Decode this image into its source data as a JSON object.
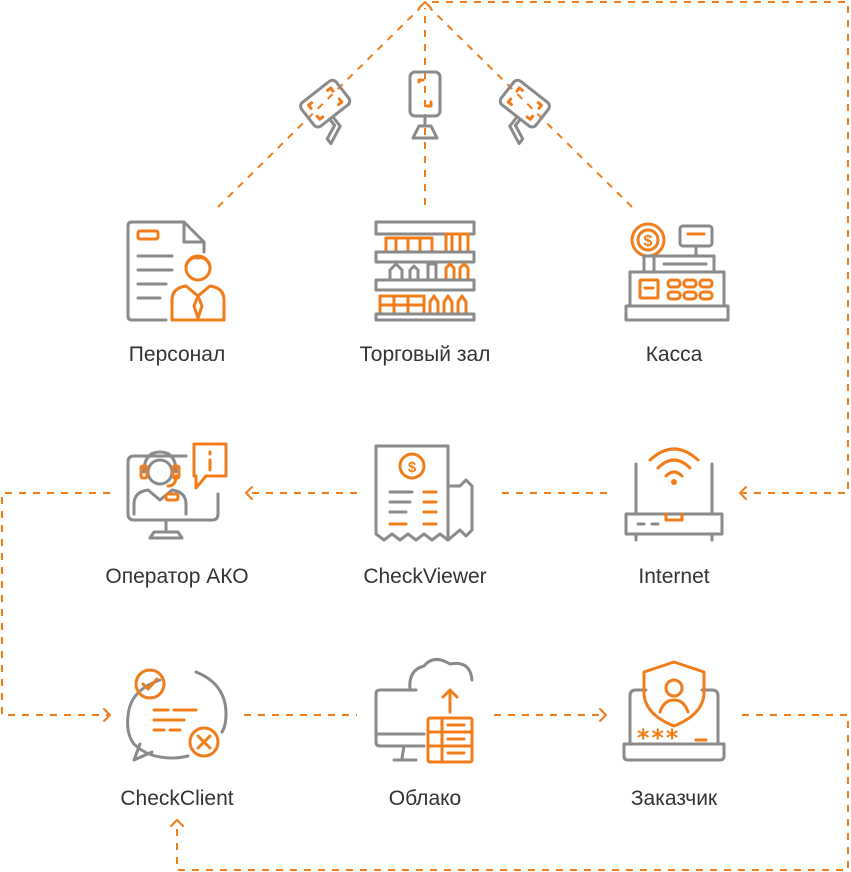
{
  "colors": {
    "accent": "#f07d1a",
    "icon_gray": "#8a8a8a",
    "text": "#333333"
  },
  "nodes": [
    {
      "id": "personnel",
      "label": "Персонал",
      "icon": "staff-document-icon"
    },
    {
      "id": "sales_floor",
      "label": "Торговый зал",
      "icon": "store-shelves-icon"
    },
    {
      "id": "cashier",
      "label": "Касса",
      "icon": "cash-register-icon"
    },
    {
      "id": "operator",
      "label": "Оператор АКО",
      "icon": "operator-monitor-icon"
    },
    {
      "id": "checkviewer",
      "label": "CheckViewer",
      "icon": "receipt-icon"
    },
    {
      "id": "internet",
      "label": "Internet",
      "icon": "wifi-router-icon"
    },
    {
      "id": "checkclient",
      "label": "CheckClient",
      "icon": "chat-check-icon"
    },
    {
      "id": "cloud",
      "label": "Облако",
      "icon": "cloud-server-icon"
    },
    {
      "id": "customer",
      "label": "Заказчик",
      "icon": "secure-laptop-icon"
    }
  ],
  "cameras": [
    "camera-icon",
    "camera-icon",
    "camera-icon"
  ]
}
